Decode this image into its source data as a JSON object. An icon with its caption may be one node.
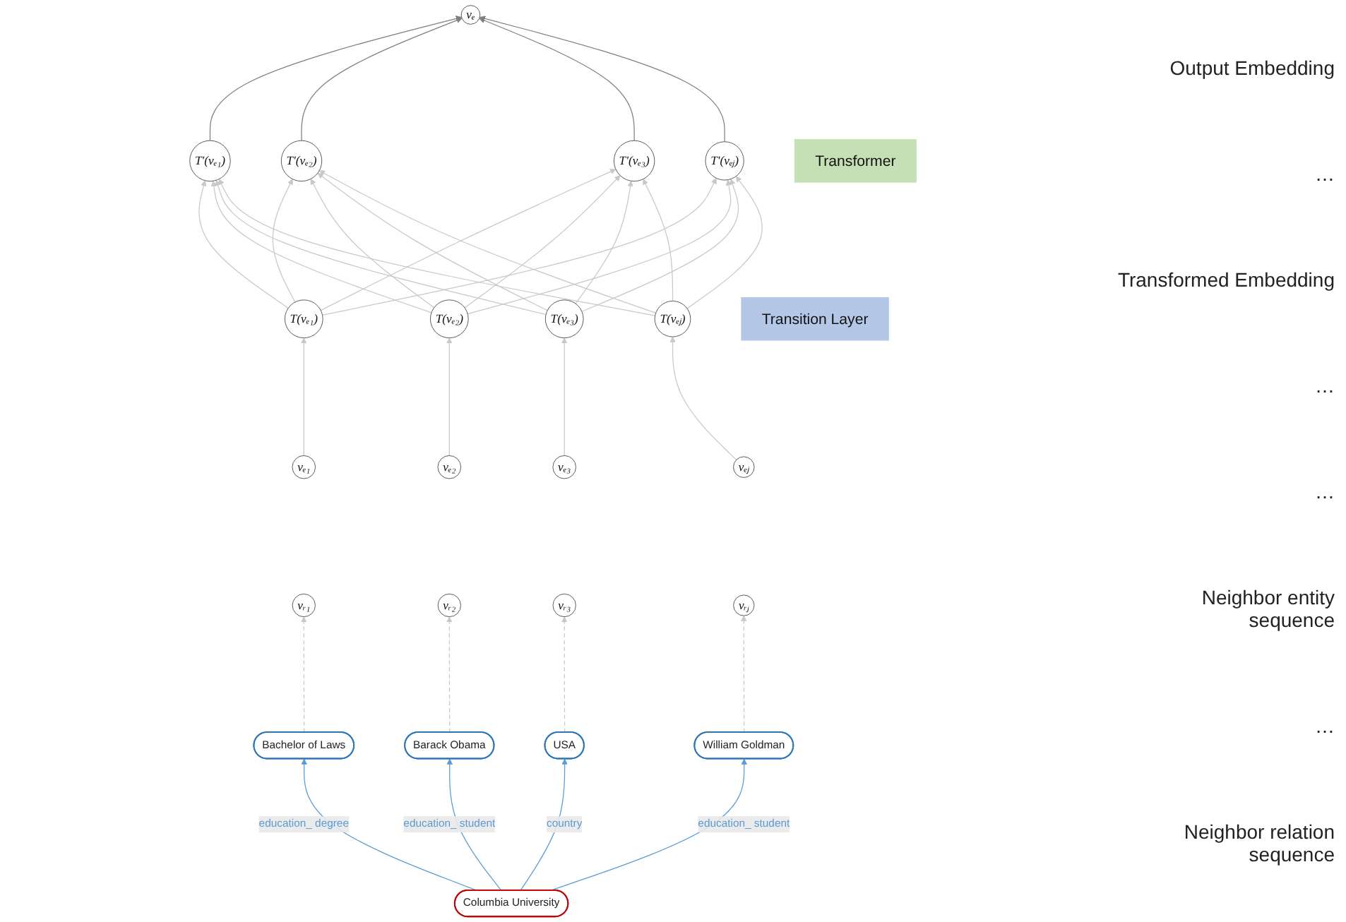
{
  "diagram": {
    "nodes": [
      {
        "text": [
          "Columbia University"
        ]
      },
      {
        "text": [
          "William Goldman"
        ]
      },
      {
        "text": [
          "USA"
        ]
      },
      {
        "text": [
          "Barack Obama"
        ]
      },
      {
        "text": [
          "Bachelor of Laws"
        ]
      },
      {
        "text": [
          "vₑ"
        ]
      },
      {
        "text": [
          "T'(vₑ₁)"
        ]
      },
      {
        "text": [
          "T'(vₑ₂)"
        ]
      },
      {
        "text": [
          "T'(vₑ₃)"
        ]
      },
      {
        "text": [
          "T'(vₑⱼ)"
        ]
      },
      {
        "text": [
          "Transformer"
        ]
      },
      {
        "text": [
          "T(vₑ₁)"
        ]
      },
      {
        "text": [
          "T(vₑ₂)"
        ]
      },
      {
        "text": [
          "T(vₑ₃)"
        ]
      },
      {
        "text": [
          "T(vₑⱼ)"
        ]
      },
      {
        "text": [
          "Transition Layer"
        ]
      },
      {
        "text": [
          "vₑ₁"
        ]
      },
      {
        "text": [
          "vₑ₂"
        ]
      },
      {
        "text": [
          "vₑ₃"
        ]
      },
      {
        "text": [
          "vₑⱼ"
        ]
      },
      {
        "text": [
          "vᵣ₁"
        ]
      },
      {
        "text": [
          "vᵣ₂"
        ]
      },
      {
        "text": [
          "vᵣ₃"
        ]
      },
      {
        "text": [
          "vᵣⱼ"
        ]
      }
    ],
    "edges": [
      {
        "from": 0,
        "to": 1,
        "arrow": "to",
        "label": "education_ student",
        "color": "#5b9bd5"
      },
      {
        "from": 0,
        "to": 2,
        "arrow": "to",
        "label": "country",
        "color": "#5b9bd5"
      },
      {
        "from": 0,
        "to": 3,
        "arrow": "to",
        "label": "education_ student",
        "color": "#5b9bd5"
      },
      {
        "from": 0,
        "to": 4,
        "arrow": "to",
        "label": "education_ degree",
        "color": "#5b9bd5"
      },
      {
        "from": 1,
        "to": 23,
        "arrow": "to",
        "style": "dashed"
      },
      {
        "from": 2,
        "to": 22,
        "arrow": "to",
        "style": "dashed"
      },
      {
        "from": 3,
        "to": 21,
        "arrow": "to",
        "style": "dashed"
      },
      {
        "from": 4,
        "to": 20,
        "arrow": "to",
        "style": "dashed"
      },
      {
        "from": 6,
        "to": 5,
        "arrow": "to",
        "color": "#7f7f7f"
      },
      {
        "from": 7,
        "to": 5,
        "arrow": "to",
        "color": "#7f7f7f"
      },
      {
        "from": 8,
        "to": 5,
        "arrow": "to",
        "color": "#7f7f7f"
      },
      {
        "from": 9,
        "to": 5,
        "arrow": "to",
        "color": "#7f7f7f"
      },
      {
        "from": 11,
        "to": 6,
        "arrow": "to"
      },
      {
        "from": 11,
        "to": 7,
        "arrow": "to"
      },
      {
        "from": 11,
        "to": 8,
        "arrow": "to"
      },
      {
        "from": 11,
        "to": 9,
        "arrow": "to"
      },
      {
        "from": 12,
        "to": 6,
        "arrow": "to"
      },
      {
        "from": 12,
        "to": 7,
        "arrow": "to"
      },
      {
        "from": 12,
        "to": 8,
        "arrow": "to"
      },
      {
        "from": 12,
        "to": 9,
        "arrow": "to"
      },
      {
        "from": 13,
        "to": 6,
        "arrow": "to"
      },
      {
        "from": 13,
        "to": 7,
        "arrow": "to"
      },
      {
        "from": 13,
        "to": 8,
        "arrow": "to"
      },
      {
        "from": 13,
        "to": 9,
        "arrow": "to"
      },
      {
        "from": 14,
        "to": 6,
        "arrow": "to"
      },
      {
        "from": 14,
        "to": 7,
        "arrow": "to"
      },
      {
        "from": 14,
        "to": 8,
        "arrow": "to"
      },
      {
        "from": 14,
        "to": 9,
        "arrow": "to"
      },
      {
        "from": 16,
        "to": 11,
        "arrow": "to"
      },
      {
        "from": 17,
        "to": 12,
        "arrow": "to"
      },
      {
        "from": 18,
        "to": 13,
        "arrow": "to"
      },
      {
        "from": 19,
        "to": 14,
        "arrow": "to"
      }
    ],
    "labels": [
      "Output Embedding",
      "…",
      "Transformed Embedding",
      "…",
      "…",
      "Neighbor entity sequence",
      "…",
      "Neighbor relation sequence"
    ]
  }
}
